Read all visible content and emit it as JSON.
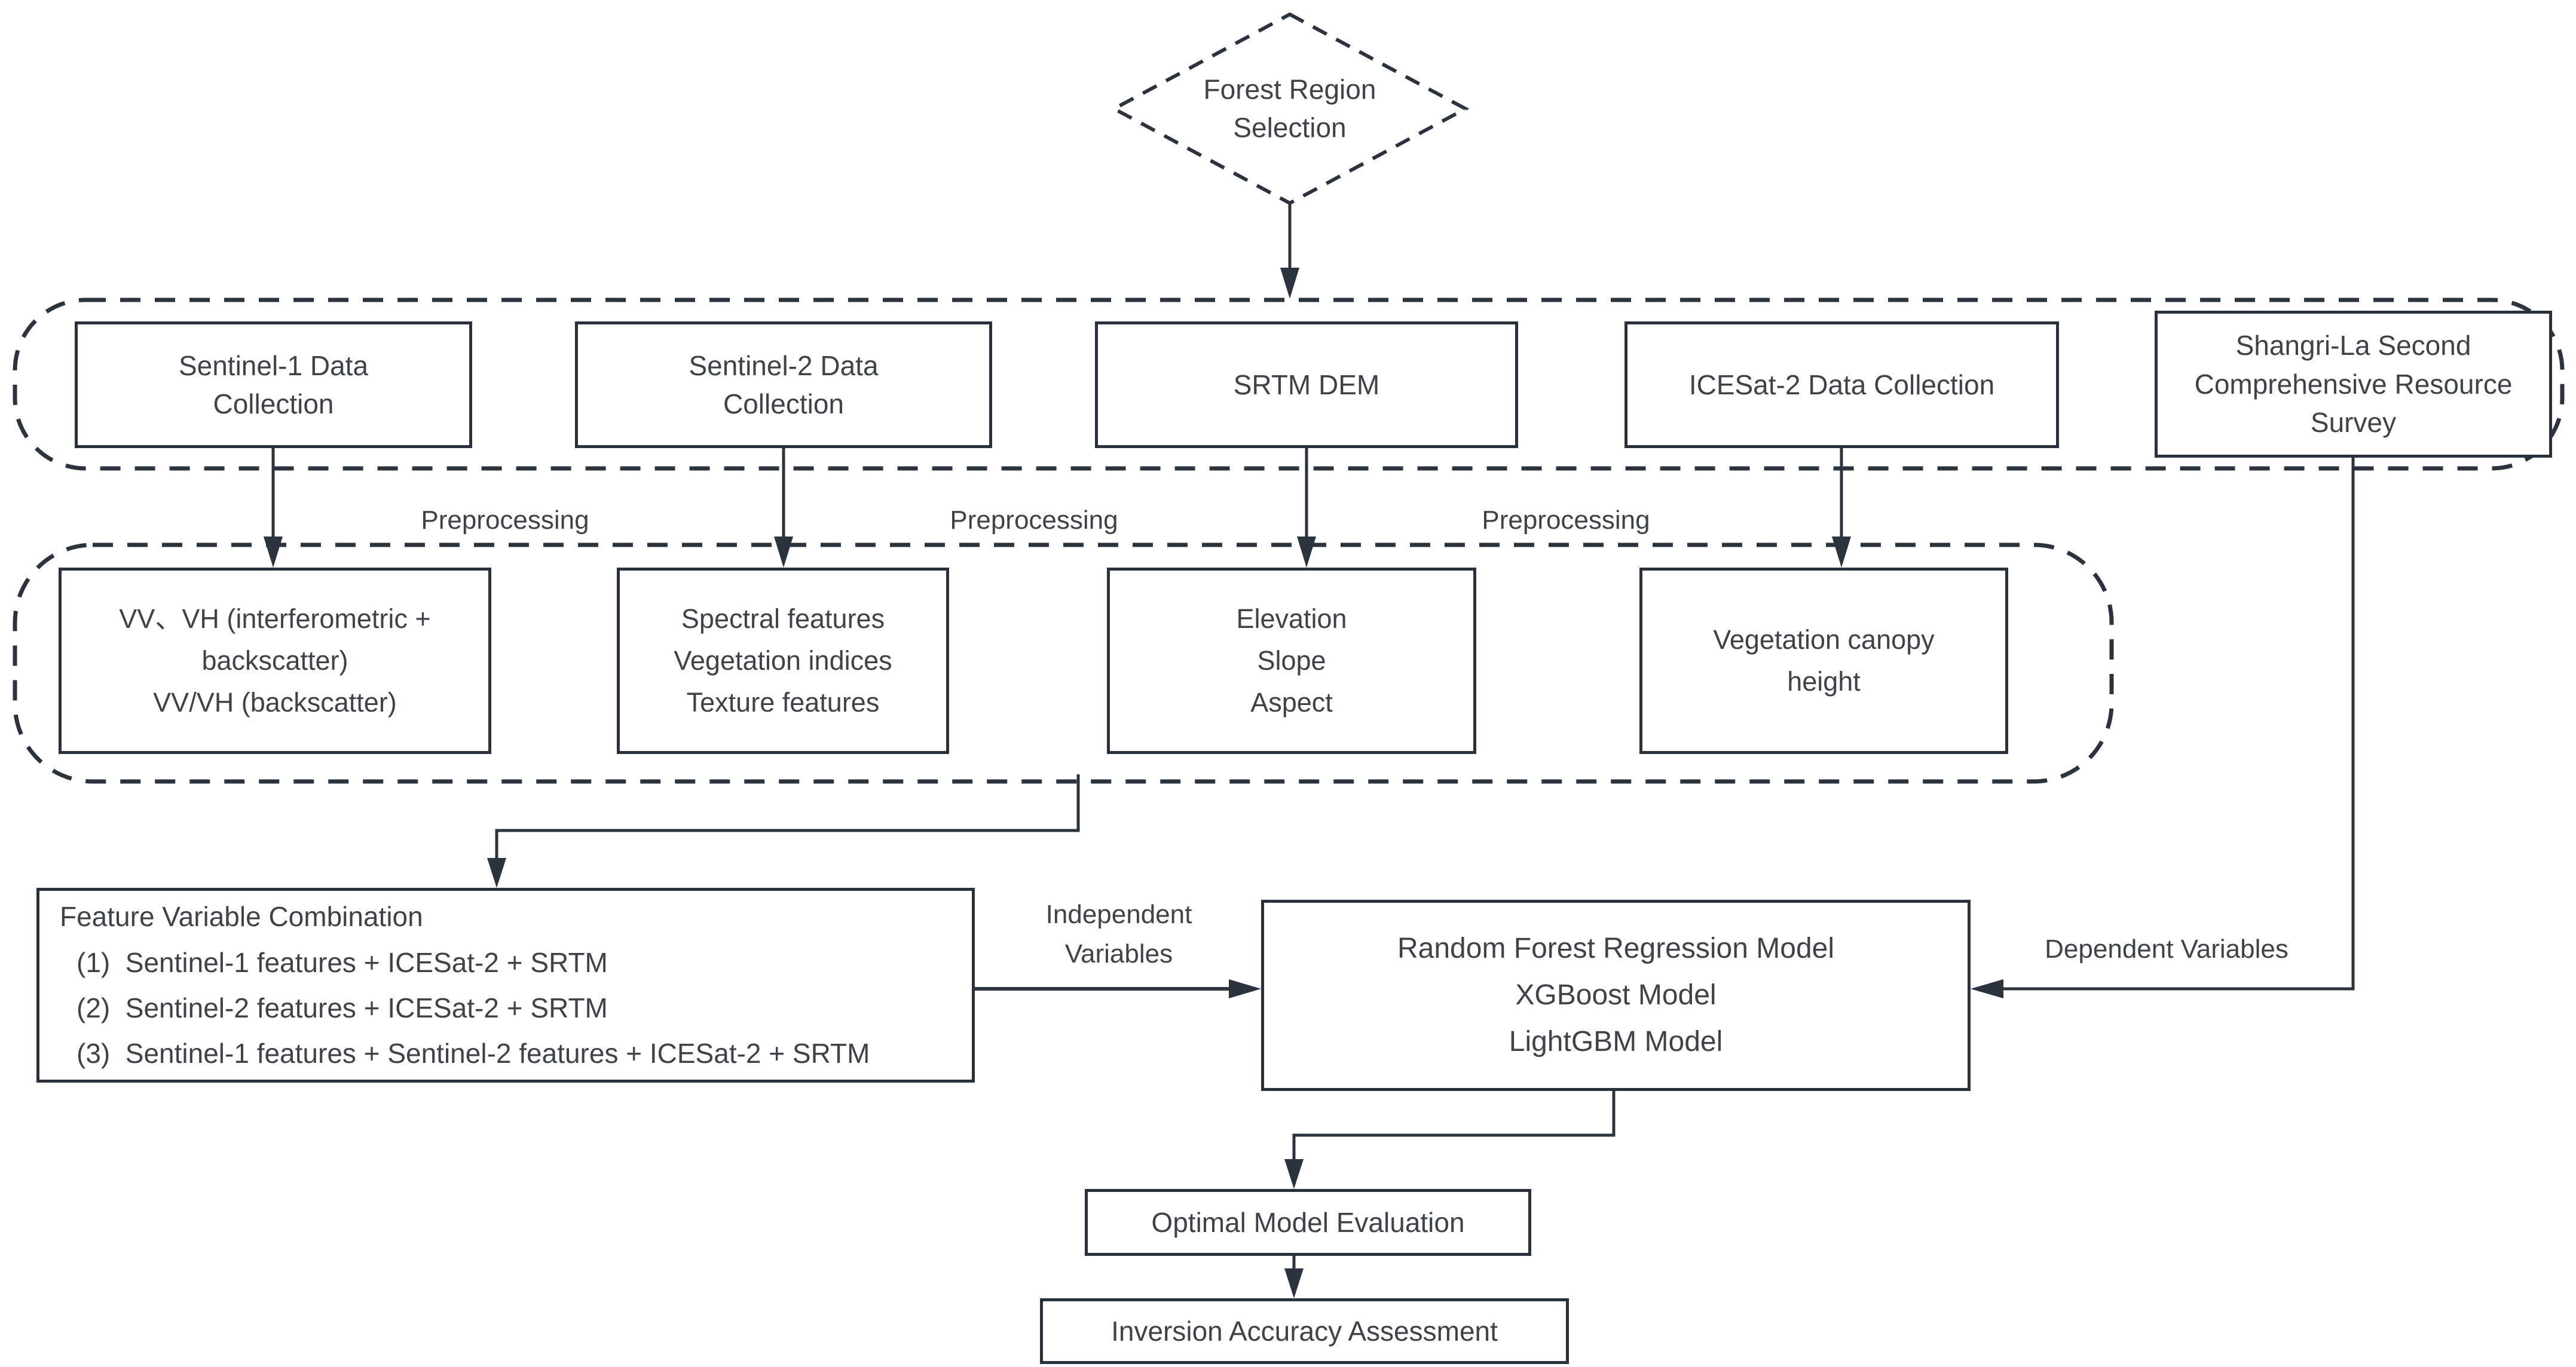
{
  "nodes": {
    "forest_region": "Forest Region\nSelection",
    "sentinel1": "Sentinel-1 Data\nCollection",
    "sentinel2": "Sentinel-2 Data\nCollection",
    "srtm": "SRTM DEM",
    "icesat2": "ICESat-2 Data Collection",
    "shangrila": "Shangri-La Second\nComprehensive Resource\nSurvey",
    "sar_features": "VV、VH (interferometric +\nbackscatter)\nVV/VH (backscatter)",
    "optical_features": "Spectral features\nVegetation indices\nTexture features",
    "terrain_features": "Elevation\nSlope\nAspect",
    "canopy_height": "Vegetation canopy\nheight",
    "feature_combination": {
      "title": "Feature Variable Combination",
      "items": [
        "(1)  Sentinel-1 features + ICESat-2 + SRTM",
        "(2)  Sentinel-2 features + ICESat-2 + SRTM",
        "(3)  Sentinel-1 features + Sentinel-2 features + ICESat-2 + SRTM"
      ]
    },
    "models": "Random Forest Regression Model\nXGBoost Model\nLightGBM Model",
    "optimal_evaluation": "Optimal Model Evaluation",
    "inversion_assessment": "Inversion Accuracy Assessment"
  },
  "labels": {
    "preprocessing_1": "Preprocessing",
    "preprocessing_2": "Preprocessing",
    "preprocessing_3": "Preprocessing",
    "independent": "Independent\nVariables",
    "dependent": "Dependent Variables"
  },
  "colors": {
    "stroke": "#2b333e",
    "border": "#28313d",
    "text": "#3e434a",
    "background": "#ffffff"
  }
}
